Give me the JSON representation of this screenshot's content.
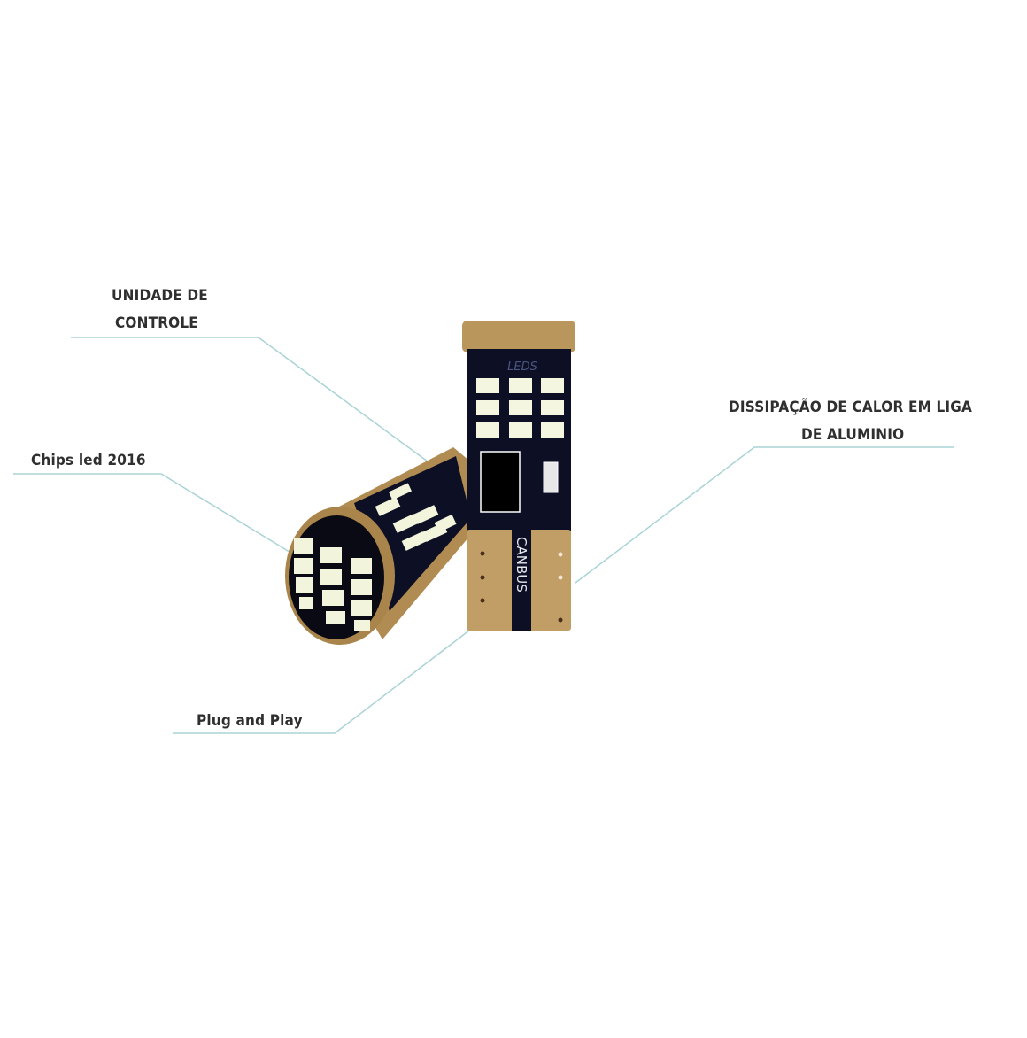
{
  "labels": {
    "control_unit": {
      "line1": "UNIDADE DE",
      "line2": "CONTROLE"
    },
    "chips": "Chips led 2016",
    "heat": {
      "line1": "DISSIPAÇÃO DE CALOR EM LIGA",
      "line2": "DE ALUMINIO"
    },
    "plug": "Plug and Play"
  },
  "product": {
    "pcb_text": "CANBUS",
    "brand_mark": "LEDS"
  },
  "colors": {
    "leader_line": "#a9d3d5",
    "gold": "#b8955a",
    "pcb": "#0d0f24",
    "led": "#f4f6e0"
  }
}
